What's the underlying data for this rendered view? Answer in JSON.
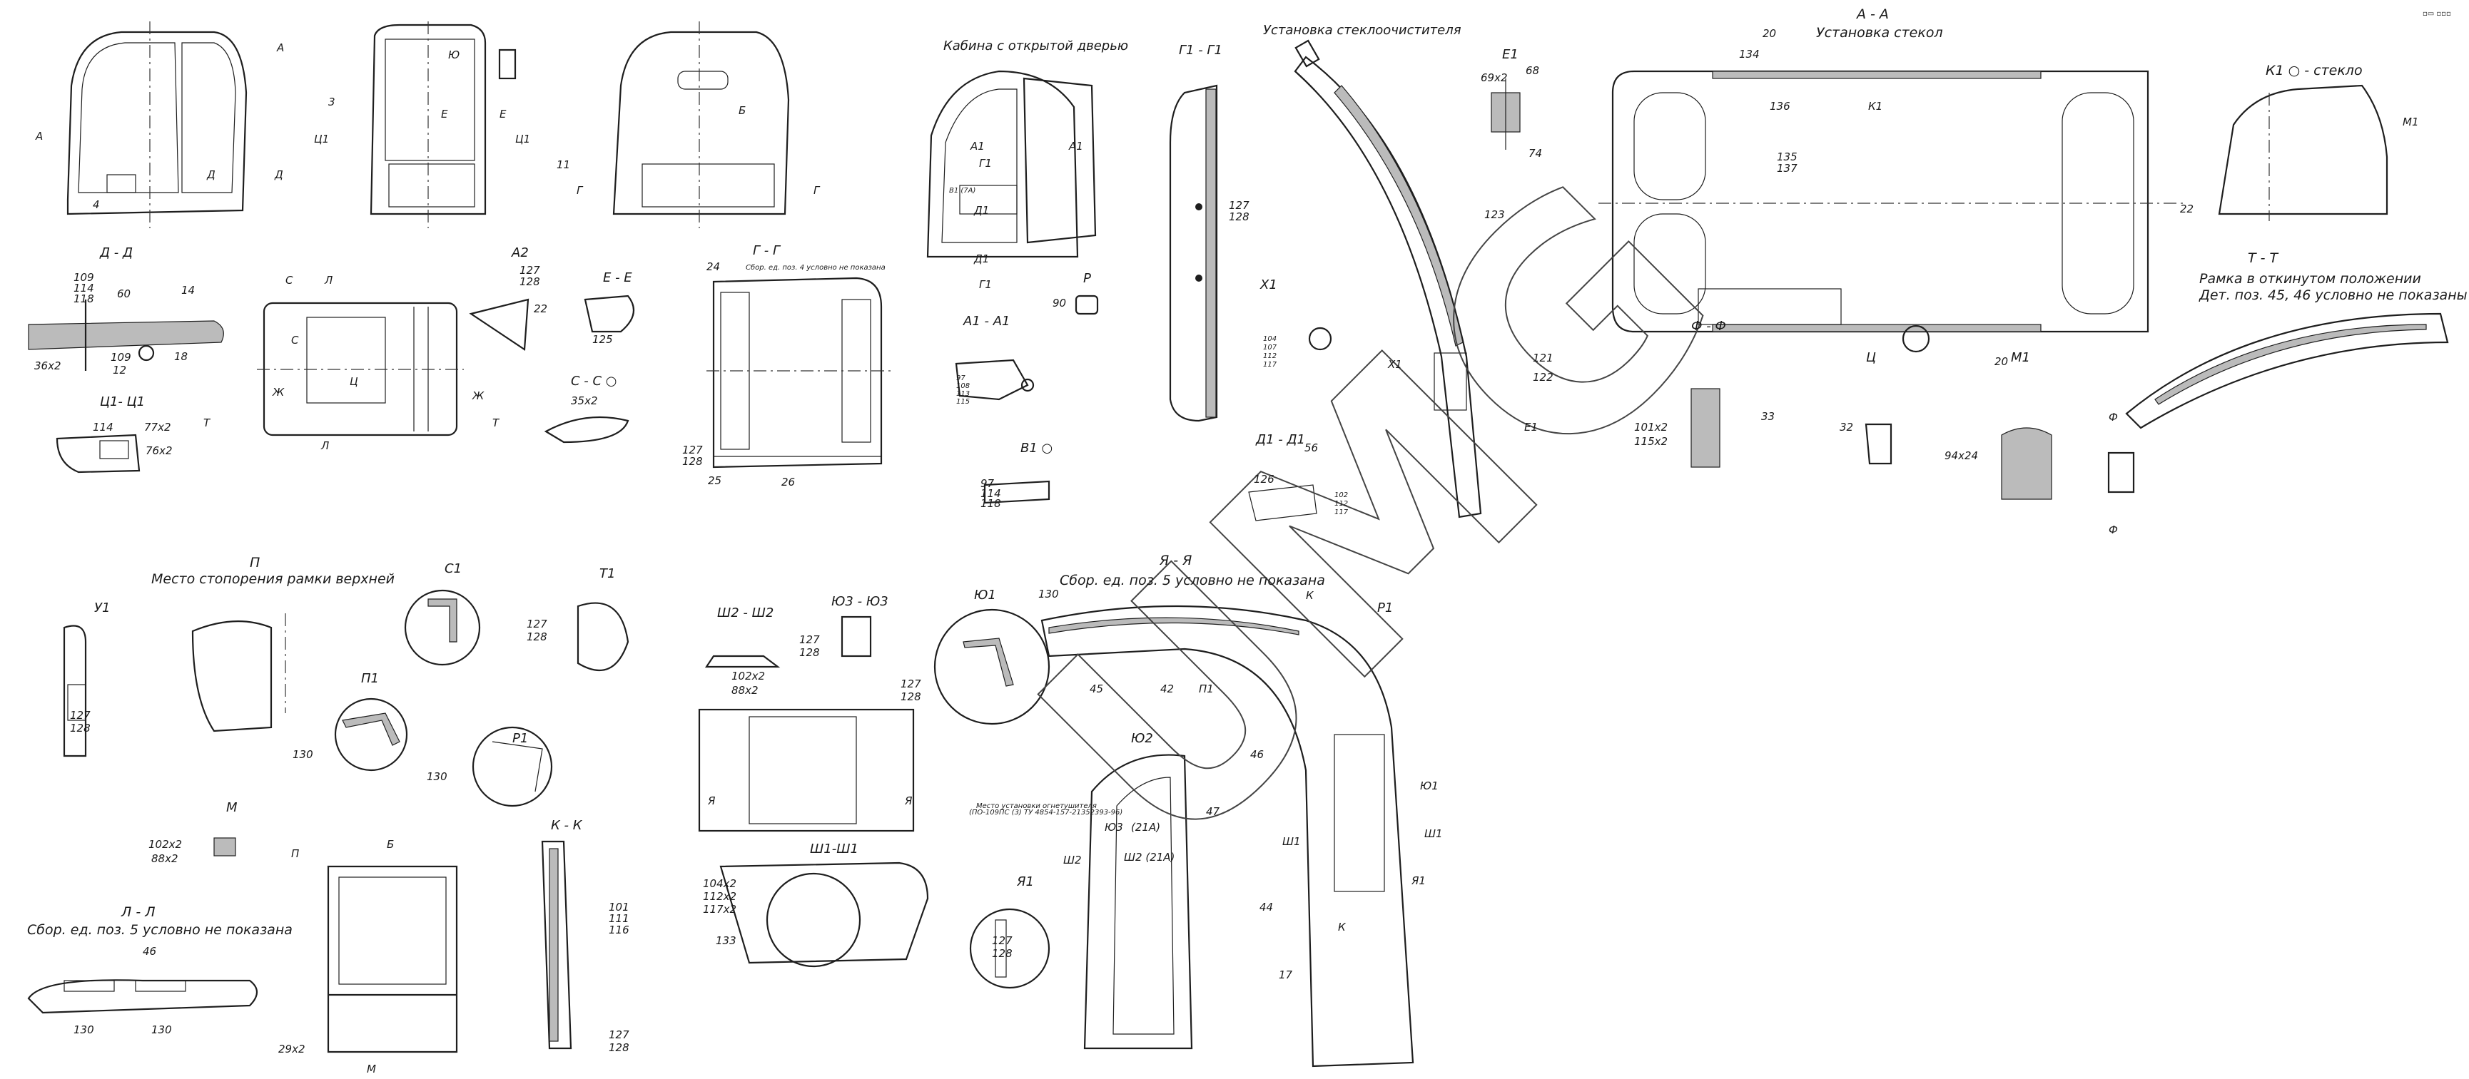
{
  "watermark": "UMG",
  "corner_mark": "▫︎▭ ▫︎▫︎▫︎",
  "titles": {
    "cab_open_door": "Кабина с открытой дверью",
    "g1_g1": "Г1 - Г1",
    "wiper_install": "Установка стеклоочистителя",
    "e1": "Е1",
    "a_a": "А - А",
    "glass_install": "Установка стекол",
    "k1_glass": "К1 ○ - стекло",
    "t_t": "Т - Т",
    "frame_tilted": "Рамка в откинутом положении",
    "parts_not_shown_45_46": "Дет. поз. 45, 46 условно не показаны",
    "d_d": "Д - Д",
    "a2": "А2",
    "e_e": "Е - Е",
    "c_c": "С - С ○",
    "g_g": "Г - Г",
    "note_pos4": "Сбор. ед. поз. 4 условно не показана",
    "a1_a1": "А1 - А1",
    "p": "Р",
    "v1": "В1 ○",
    "x1": "Х1",
    "d1_d1": "Д1 - Д1",
    "f_f": "Ф - Ф",
    "ts": "Ц",
    "m1": "М1",
    "ts1_ts1": "Ц1- Ц1",
    "pi": "П",
    "upper_frame_lock": "Место стопорения рамки верхней",
    "u1": "У1",
    "s1": "С1",
    "t1": "Т1",
    "p1": "П1",
    "r1": "Р1",
    "sh2_sh2": "Ш2 - Ш2",
    "yu3_yu3": "Ю3 - Ю3",
    "ya_ya": "Я - Я",
    "note_pos5": "Сбор. ед. поз. 5 условно не показана",
    "yu1": "Ю1",
    "r1b": "Р1",
    "m": "М",
    "l_l": "Л - Л",
    "note_pos5b": "Сбор. ед. поз. 5 условно не показана",
    "k_k": "К - К",
    "sh1_sh1": "Ш1-Ш1",
    "yu2": "Ю2",
    "ya1": "Я1",
    "extinguisher_place": "Место установки огнетушителя",
    "extinguisher_spec": "(ПО-109ПС (3)  ТУ 4854-157-21352393-96)"
  },
  "callouts": [
    "4",
    "3",
    "11",
    "109",
    "114",
    "118",
    "60",
    "14",
    "36x2",
    "109",
    "12",
    "18",
    "127",
    "128",
    "22",
    "125",
    "35x2",
    "114",
    "77x2",
    "76x2",
    "24",
    "127",
    "128",
    "25",
    "26",
    "90",
    "97",
    "108",
    "113",
    "115",
    "97",
    "114",
    "118",
    "127",
    "128",
    "123",
    "104",
    "107",
    "112",
    "117",
    "121",
    "122",
    "Е1",
    "Х1",
    "126",
    "56",
    "102",
    "112",
    "117",
    "69x2",
    "68",
    "74",
    "20",
    "134",
    "136",
    "К1",
    "135",
    "137",
    "22",
    "20",
    "М1",
    "101x2",
    "115x2",
    "33",
    "32",
    "94x24",
    "127",
    "128",
    "130",
    "130",
    "127",
    "128",
    "102x2",
    "88x2",
    "127",
    "128",
    "127",
    "128",
    "130",
    "45",
    "42",
    "П1",
    "46",
    "Ю1",
    "Ш1",
    "Ш1",
    "44",
    "К",
    "17",
    "Я1",
    "47",
    "Ш2",
    "102x2",
    "88x2",
    "104x2",
    "112x2",
    "117x2",
    "133",
    "Я",
    "Я",
    "101",
    "111",
    "116",
    "127",
    "128",
    "П",
    "Б",
    "29x2",
    "М",
    "46",
    "130",
    "130",
    "127",
    "128",
    "(21А)",
    "Ш2 (21А)",
    "Ю3"
  ],
  "section_marks": [
    "А",
    "А",
    "Д",
    "Д",
    "Ц1",
    "Ц1",
    "Ю",
    "Е",
    "Е",
    "Б",
    "Г",
    "Г",
    "С",
    "Л",
    "С",
    "Л",
    "Ж",
    "Ж",
    "Т",
    "Т",
    "Ц",
    "А1",
    "А1",
    "Г1",
    "Г1",
    "В1 (7А)",
    "Д1",
    "Д1",
    "Ф",
    "Ф",
    "К"
  ]
}
